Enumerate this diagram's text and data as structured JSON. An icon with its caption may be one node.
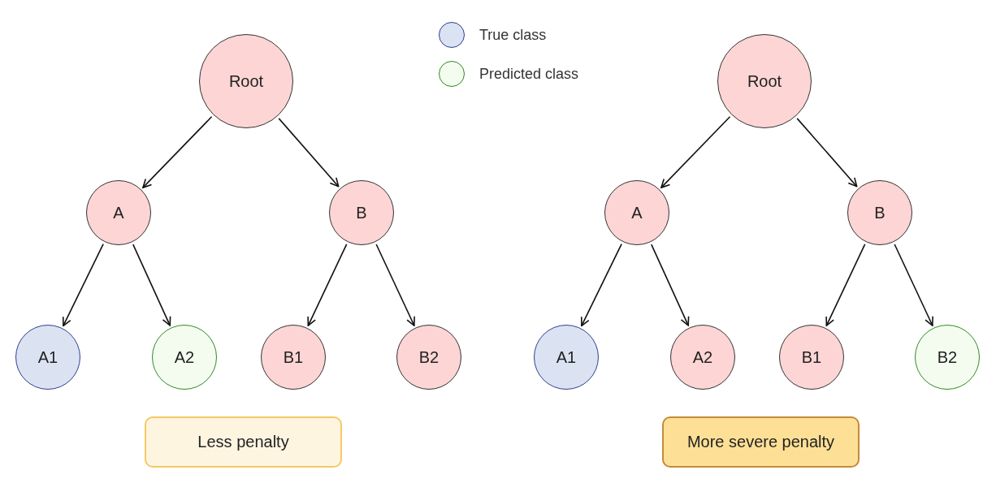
{
  "diagram": {
    "nodes": [
      {
        "text": [
          "Root"
        ]
      },
      {
        "text": [
          "A"
        ]
      },
      {
        "text": [
          "B"
        ]
      },
      {
        "text": [
          "A1"
        ]
      },
      {
        "text": [
          "A2"
        ]
      },
      {
        "text": [
          "B1"
        ]
      },
      {
        "text": [
          "B2"
        ]
      },
      {
        "text": [
          "Less penalty"
        ]
      },
      {
        "text": [
          "Root"
        ]
      },
      {
        "text": [
          "A"
        ]
      },
      {
        "text": [
          "B"
        ]
      },
      {
        "text": [
          "A1"
        ]
      },
      {
        "text": [
          "A2"
        ]
      },
      {
        "text": [
          "B1"
        ]
      },
      {
        "text": [
          "B2"
        ]
      },
      {
        "text": [
          "More severe penalty"
        ]
      }
    ],
    "edges": [
      {
        "from": 0,
        "to": 1,
        "arrow": "to"
      },
      {
        "from": 0,
        "to": 2,
        "arrow": "to"
      },
      {
        "from": 1,
        "to": 3,
        "arrow": "to"
      },
      {
        "from": 1,
        "to": 4,
        "arrow": "to"
      },
      {
        "from": 2,
        "to": 5,
        "arrow": "to"
      },
      {
        "from": 2,
        "to": 6,
        "arrow": "to"
      },
      {
        "from": 8,
        "to": 9,
        "arrow": "to"
      },
      {
        "from": 8,
        "to": 10,
        "arrow": "to"
      },
      {
        "from": 9,
        "to": 11,
        "arrow": "to"
      },
      {
        "from": 9,
        "to": 12,
        "arrow": "to"
      },
      {
        "from": 10,
        "to": 13,
        "arrow": "to"
      },
      {
        "from": 10,
        "to": 14,
        "arrow": "to"
      }
    ],
    "legend": [
      {
        "text": "True class",
        "color": "#dbe3f3"
      },
      {
        "text": "Predicted class",
        "color": "#f4fcf0"
      }
    ]
  }
}
